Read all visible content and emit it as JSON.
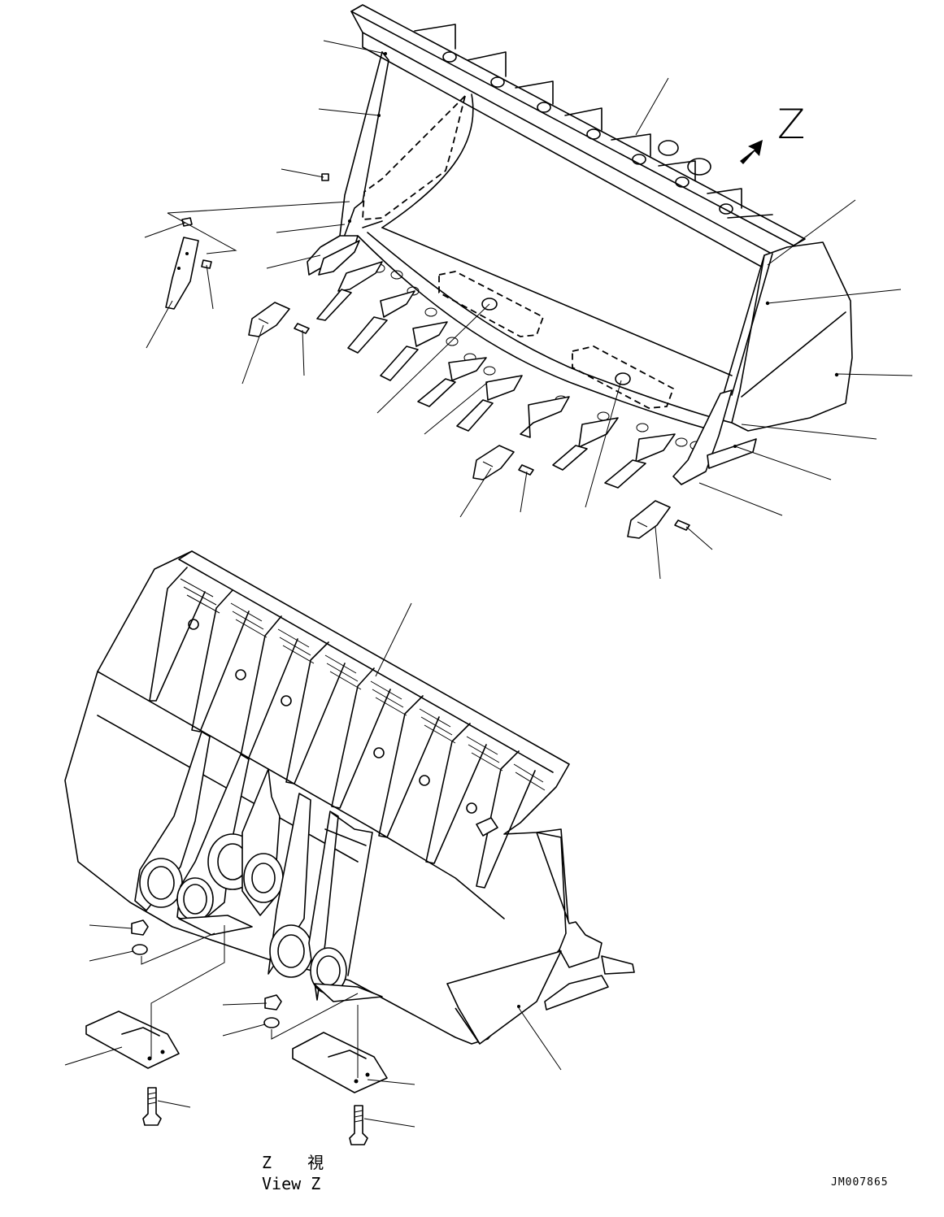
{
  "view_marker": {
    "letter": "Z"
  },
  "caption": {
    "line1": "Z 　 視",
    "line2": "View Z"
  },
  "drawing_number": "JM007865"
}
